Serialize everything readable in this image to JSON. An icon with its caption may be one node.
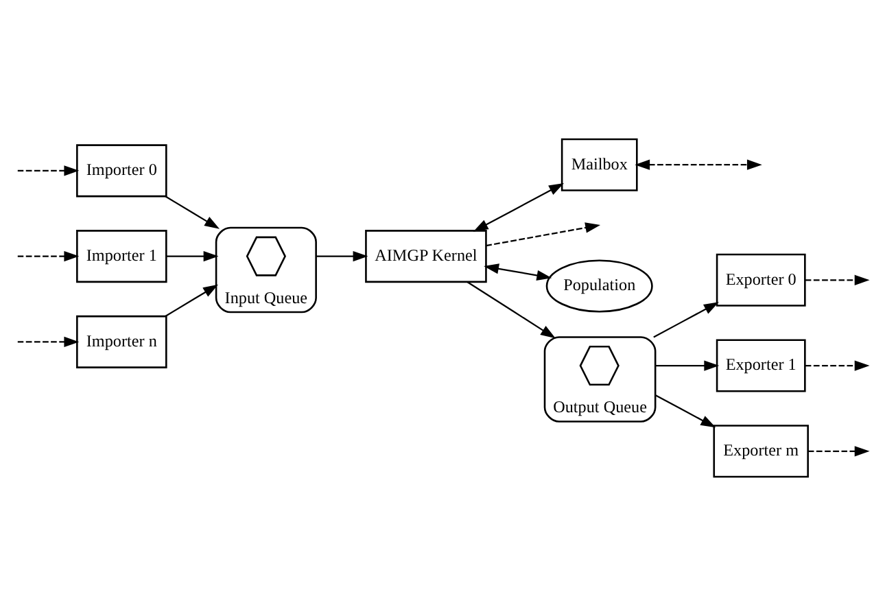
{
  "diagram": {
    "nodes": [
      {
        "text": [
          "Importer 0"
        ]
      },
      {
        "text": [
          "Importer 1"
        ]
      },
      {
        "text": [
          "Importer n"
        ]
      },
      {
        "text": [
          "Input Queue"
        ]
      },
      {
        "text": [],
        "shape": "hexagon",
        "in": 3
      },
      {
        "text": [
          "Mailbox"
        ]
      },
      {
        "text": [
          "AIMGP Kernel"
        ]
      },
      {
        "text": [
          "Population"
        ]
      },
      {
        "text": [
          "Output Queue"
        ]
      },
      {
        "text": [],
        "shape": "hexagon",
        "in": 8
      },
      {
        "text": [
          "Exporter 0"
        ]
      },
      {
        "text": [
          "Exporter 1"
        ]
      },
      {
        "text": [
          "Exporter m"
        ]
      }
    ],
    "edges": [
      {
        "from": null,
        "to": 0,
        "arrow": "to",
        "style": "dashed"
      },
      {
        "from": null,
        "to": 1,
        "arrow": "to",
        "style": "dashed"
      },
      {
        "from": null,
        "to": 2,
        "arrow": "to",
        "style": "dashed"
      },
      {
        "from": 0,
        "to": 3,
        "arrow": "to"
      },
      {
        "from": 1,
        "to": 3,
        "arrow": "to"
      },
      {
        "from": 2,
        "to": 3,
        "arrow": "to"
      },
      {
        "from": 3,
        "to": 6,
        "arrow": "to"
      },
      {
        "from": 5,
        "to": null,
        "arrow": "both",
        "style": "dashed"
      },
      {
        "from": 6,
        "to": 5,
        "arrow": "both"
      },
      {
        "from": 6,
        "to": null,
        "arrow": "to",
        "style": "dashed"
      },
      {
        "from": 6,
        "to": 7,
        "arrow": "both"
      },
      {
        "from": 6,
        "to": 8,
        "arrow": "to"
      },
      {
        "from": 8,
        "to": 10,
        "arrow": "to"
      },
      {
        "from": 8,
        "to": 11,
        "arrow": "to"
      },
      {
        "from": 8,
        "to": 12,
        "arrow": "to"
      },
      {
        "from": 10,
        "to": null,
        "arrow": "to",
        "style": "dashed"
      },
      {
        "from": 11,
        "to": null,
        "arrow": "to",
        "style": "dashed"
      },
      {
        "from": 12,
        "to": null,
        "arrow": "to",
        "style": "dashed"
      }
    ]
  }
}
